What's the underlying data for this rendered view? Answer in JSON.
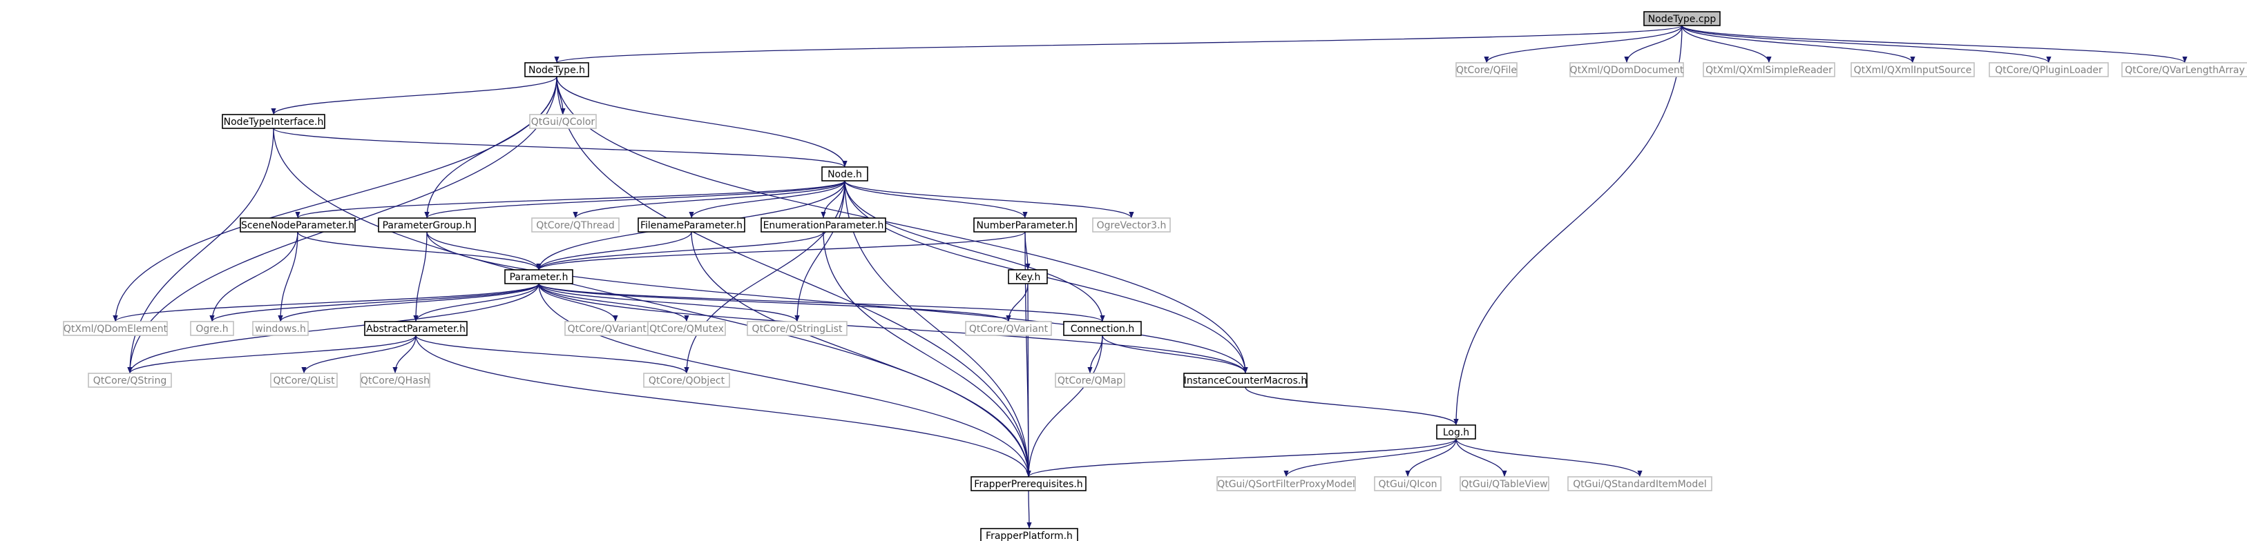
{
  "diagram": {
    "type": "include-dependency-graph",
    "colors": {
      "edge": "#191970",
      "node_border": "#000000",
      "node_border_external": "#bfbfbf",
      "node_text": "#000000",
      "node_text_external": "#7f7f7f",
      "root_fill": "#bfbfbf",
      "node_fill": "#ffffff"
    },
    "nodes": [
      {
        "id": "nodetype_cpp",
        "label": "NodeType.cpp",
        "kind": "root"
      },
      {
        "id": "nodetype_h",
        "label": "NodeType.h",
        "kind": "internal"
      },
      {
        "id": "qfile",
        "label": "QtCore/QFile",
        "kind": "external"
      },
      {
        "id": "qdomdocument",
        "label": "QtXml/QDomDocument",
        "kind": "external"
      },
      {
        "id": "qxmlsimplereader",
        "label": "QtXml/QXmlSimpleReader",
        "kind": "external"
      },
      {
        "id": "qxmlinputsource",
        "label": "QtXml/QXmlInputSource",
        "kind": "external"
      },
      {
        "id": "qpluginloader",
        "label": "QtCore/QPluginLoader",
        "kind": "external"
      },
      {
        "id": "qvarlengtharray",
        "label": "QtCore/QVarLengthArray",
        "kind": "external"
      },
      {
        "id": "nodetypeinterface_h",
        "label": "NodeTypeInterface.h",
        "kind": "internal"
      },
      {
        "id": "qcolor",
        "label": "QtGui/QColor",
        "kind": "external"
      },
      {
        "id": "node_h",
        "label": "Node.h",
        "kind": "internal"
      },
      {
        "id": "scenenodeparameter_h",
        "label": "SceneNodeParameter.h",
        "kind": "internal"
      },
      {
        "id": "parametergroup_h",
        "label": "ParameterGroup.h",
        "kind": "internal"
      },
      {
        "id": "qthread",
        "label": "QtCore/QThread",
        "kind": "external"
      },
      {
        "id": "filenameparameter_h",
        "label": "FilenameParameter.h",
        "kind": "internal"
      },
      {
        "id": "enumerationparameter_h",
        "label": "EnumerationParameter.h",
        "kind": "internal"
      },
      {
        "id": "numberparameter_h",
        "label": "NumberParameter.h",
        "kind": "internal"
      },
      {
        "id": "ogrevector3_h",
        "label": "OgreVector3.h",
        "kind": "external"
      },
      {
        "id": "parameter_h",
        "label": "Parameter.h",
        "kind": "internal"
      },
      {
        "id": "key_h",
        "label": "Key.h",
        "kind": "internal"
      },
      {
        "id": "qdomelement",
        "label": "QtXml/QDomElement",
        "kind": "external"
      },
      {
        "id": "ogre_h",
        "label": "Ogre.h",
        "kind": "external"
      },
      {
        "id": "windows_h",
        "label": "windows.h",
        "kind": "external"
      },
      {
        "id": "abstractparameter_h",
        "label": "AbstractParameter.h",
        "kind": "internal"
      },
      {
        "id": "qvariantlist",
        "label": "QtCore/QVariantList",
        "kind": "external"
      },
      {
        "id": "qmutex",
        "label": "QtCore/QMutex",
        "kind": "external"
      },
      {
        "id": "qstringlist",
        "label": "QtCore/QStringList",
        "kind": "external"
      },
      {
        "id": "qvariant",
        "label": "QtCore/QVariant",
        "kind": "external"
      },
      {
        "id": "connection_h",
        "label": "Connection.h",
        "kind": "internal"
      },
      {
        "id": "qstring",
        "label": "QtCore/QString",
        "kind": "external"
      },
      {
        "id": "qlist",
        "label": "QtCore/QList",
        "kind": "external"
      },
      {
        "id": "qhash",
        "label": "QtCore/QHash",
        "kind": "external"
      },
      {
        "id": "qobject",
        "label": "QtCore/QObject",
        "kind": "external"
      },
      {
        "id": "qmap",
        "label": "QtCore/QMap",
        "kind": "external"
      },
      {
        "id": "instancecountermacros_h",
        "label": "InstanceCounterMacros.h",
        "kind": "internal"
      },
      {
        "id": "log_h",
        "label": "Log.h",
        "kind": "internal"
      },
      {
        "id": "frapperprerequisites_h",
        "label": "FrapperPrerequisites.h",
        "kind": "internal"
      },
      {
        "id": "qsortfilterproxymodel",
        "label": "QtGui/QSortFilterProxyModel",
        "kind": "external"
      },
      {
        "id": "qicon",
        "label": "QtGui/QIcon",
        "kind": "external"
      },
      {
        "id": "qtableview",
        "label": "QtGui/QTableView",
        "kind": "external"
      },
      {
        "id": "qstandarditemmodel",
        "label": "QtGui/QStandardItemModel",
        "kind": "external"
      },
      {
        "id": "frapperplatform_h",
        "label": "FrapperPlatform.h",
        "kind": "internal"
      }
    ],
    "edges": [
      [
        "nodetype_cpp",
        "nodetype_h"
      ],
      [
        "nodetype_cpp",
        "qfile"
      ],
      [
        "nodetype_cpp",
        "qdomdocument"
      ],
      [
        "nodetype_cpp",
        "qxmlsimplereader"
      ],
      [
        "nodetype_cpp",
        "qxmlinputsource"
      ],
      [
        "nodetype_cpp",
        "qpluginloader"
      ],
      [
        "nodetype_cpp",
        "qvarlengtharray"
      ],
      [
        "nodetype_cpp",
        "log_h"
      ],
      [
        "nodetype_h",
        "nodetypeinterface_h"
      ],
      [
        "nodetype_h",
        "qcolor"
      ],
      [
        "nodetype_h",
        "node_h"
      ],
      [
        "nodetype_h",
        "parametergroup_h"
      ],
      [
        "nodetype_h",
        "qdomelement"
      ],
      [
        "nodetype_h",
        "qstring"
      ],
      [
        "nodetype_h",
        "instancecountermacros_h"
      ],
      [
        "nodetype_h",
        "frapperprerequisites_h"
      ],
      [
        "nodetypeinterface_h",
        "node_h"
      ],
      [
        "nodetypeinterface_h",
        "qstring"
      ],
      [
        "nodetypeinterface_h",
        "frapperprerequisites_h"
      ],
      [
        "node_h",
        "scenenodeparameter_h"
      ],
      [
        "node_h",
        "parametergroup_h"
      ],
      [
        "node_h",
        "qthread"
      ],
      [
        "node_h",
        "filenameparameter_h"
      ],
      [
        "node_h",
        "enumerationparameter_h"
      ],
      [
        "node_h",
        "numberparameter_h"
      ],
      [
        "node_h",
        "ogrevector3_h"
      ],
      [
        "node_h",
        "parameter_h"
      ],
      [
        "node_h",
        "connection_h"
      ],
      [
        "node_h",
        "instancecountermacros_h"
      ],
      [
        "node_h",
        "qstringlist"
      ],
      [
        "node_h",
        "qobject"
      ],
      [
        "node_h",
        "frapperprerequisites_h"
      ],
      [
        "scenenodeparameter_h",
        "parameter_h"
      ],
      [
        "scenenodeparameter_h",
        "ogre_h"
      ],
      [
        "scenenodeparameter_h",
        "windows_h"
      ],
      [
        "parametergroup_h",
        "parameter_h"
      ],
      [
        "parametergroup_h",
        "abstractparameter_h"
      ],
      [
        "parametergroup_h",
        "instancecountermacros_h"
      ],
      [
        "filenameparameter_h",
        "parameter_h"
      ],
      [
        "filenameparameter_h",
        "frapperprerequisites_h"
      ],
      [
        "enumerationparameter_h",
        "parameter_h"
      ],
      [
        "enumerationparameter_h",
        "frapperprerequisites_h"
      ],
      [
        "numberparameter_h",
        "parameter_h"
      ],
      [
        "numberparameter_h",
        "key_h"
      ],
      [
        "numberparameter_h",
        "frapperprerequisites_h"
      ],
      [
        "parameter_h",
        "qdomelement"
      ],
      [
        "parameter_h",
        "ogre_h"
      ],
      [
        "parameter_h",
        "windows_h"
      ],
      [
        "parameter_h",
        "abstractparameter_h"
      ],
      [
        "parameter_h",
        "qvariantlist"
      ],
      [
        "parameter_h",
        "qmutex"
      ],
      [
        "parameter_h",
        "qstringlist"
      ],
      [
        "parameter_h",
        "qvariant"
      ],
      [
        "parameter_h",
        "connection_h"
      ],
      [
        "parameter_h",
        "qstring"
      ],
      [
        "parameter_h",
        "instancecountermacros_h"
      ],
      [
        "parameter_h",
        "frapperprerequisites_h"
      ],
      [
        "key_h",
        "qvariant"
      ],
      [
        "key_h",
        "frapperprerequisites_h"
      ],
      [
        "abstractparameter_h",
        "qstring"
      ],
      [
        "abstractparameter_h",
        "qlist"
      ],
      [
        "abstractparameter_h",
        "qhash"
      ],
      [
        "abstractparameter_h",
        "qobject"
      ],
      [
        "abstractparameter_h",
        "frapperprerequisites_h"
      ],
      [
        "connection_h",
        "qmap"
      ],
      [
        "connection_h",
        "instancecountermacros_h"
      ],
      [
        "connection_h",
        "frapperprerequisites_h"
      ],
      [
        "instancecountermacros_h",
        "log_h"
      ],
      [
        "log_h",
        "frapperprerequisites_h"
      ],
      [
        "log_h",
        "qsortfilterproxymodel"
      ],
      [
        "log_h",
        "qicon"
      ],
      [
        "log_h",
        "qtableview"
      ],
      [
        "log_h",
        "qstandarditemmodel"
      ],
      [
        "frapperprerequisites_h",
        "frapperplatform_h"
      ]
    ]
  }
}
